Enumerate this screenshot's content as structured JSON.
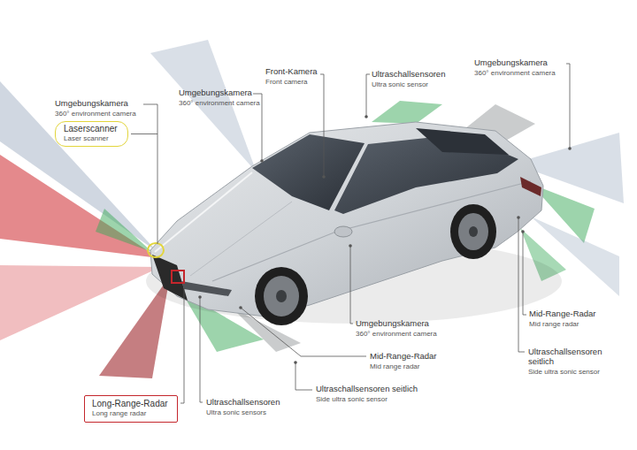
{
  "diagram": {
    "nodes": [
      {
        "text": [
          "Laserscanner",
          "Laser scanner"
        ]
      },
      {
        "text": [
          "Long-Range-Radar",
          "Long range radar"
        ]
      }
    ],
    "labels": [
      "Umgebungskamera",
      "360° environment camera",
      "Umgebungskamera",
      "360° environment camera",
      "Front-Kamera",
      "Front camera",
      "Ultraschallsensoren",
      "Ultra sonic sensor",
      "Umgebungskamera",
      "360° environment camera",
      "Mid-Range-Radar",
      "Mid range radar",
      "Ultraschallsensoren seitlich",
      "Side ultra sonic sensor",
      "Umgebungskamera",
      "360° environment camera",
      "Mid-Range-Radar",
      "Mid range radar",
      "Ultraschallsensoren seitlich",
      "Side ultra sonic sensor",
      "Ultraschallsensoren",
      "Ultra sonic sensors"
    ]
  }
}
